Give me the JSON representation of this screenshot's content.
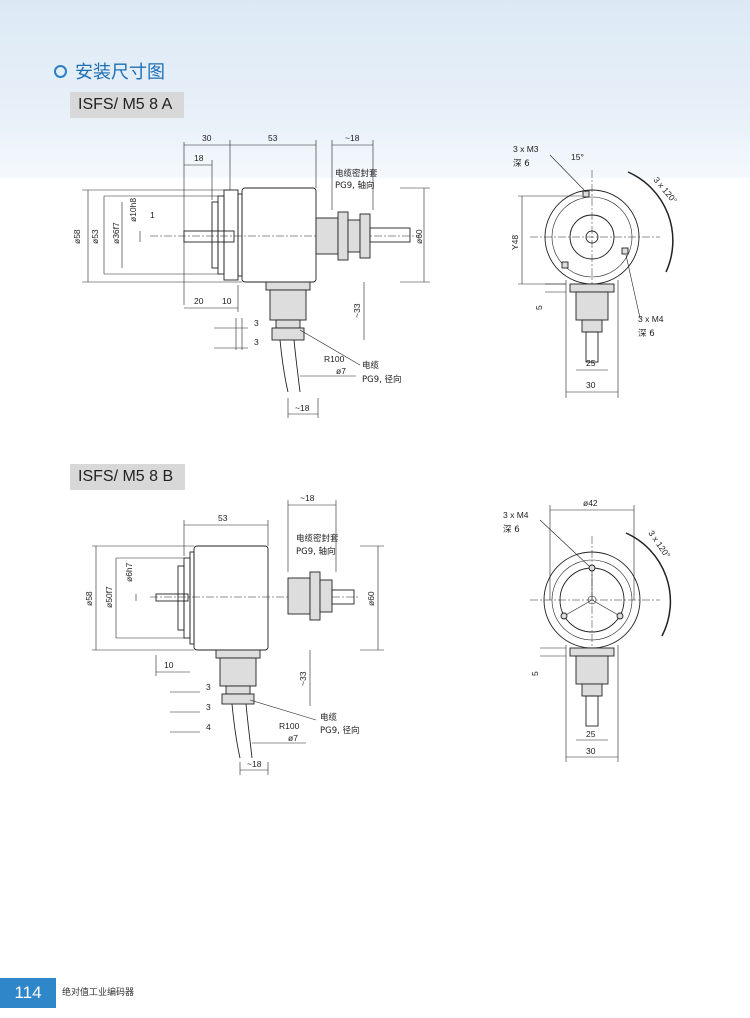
{
  "section": {
    "title": "安装尺寸图"
  },
  "model_a": {
    "label": "ISFS/ M5 8 A",
    "dims": {
      "d30": "30",
      "d53": "53",
      "d18top": "~18",
      "d18": "18",
      "d58": "ø58",
      "d53b": "ø53",
      "d36": "ø36f7",
      "d10": "ø10h8",
      "d1": "1",
      "d20": "20",
      "d10b": "10",
      "d3a": "3",
      "d3b": "3",
      "d60": "ø60",
      "d33": "~33",
      "dr100": "R100",
      "d7": "ø7",
      "d18b": "~18"
    },
    "cable_gland": "电缆密封套",
    "pg9_axial": "PG9, 轴向",
    "cable": "电缆",
    "pg9_radial": "PG9, 径向",
    "front": {
      "m3": "3 x M3",
      "depth6a": "深 6",
      "angle15": "15°",
      "angle120": "3 x 120°",
      "y48": "Y48",
      "d5": "5",
      "m4": "3 x M4",
      "depth6b": "深 6",
      "d25": "25",
      "d30": "30"
    }
  },
  "model_b": {
    "label": "ISFS/ M5 8 B",
    "dims": {
      "d53": "53",
      "d18top": "~18",
      "d58": "ø58",
      "d50": "ø50f7",
      "d6": "ø6h7",
      "d10": "10",
      "d3a": "3",
      "d3b": "3",
      "d4": "4",
      "d60": "ø60",
      "d33": "~33",
      "dr100": "R100",
      "d7": "ø7",
      "d18b": "~18"
    },
    "cable_gland": "电缆密封套",
    "pg9_axial": "PG9, 轴向",
    "cable": "电缆",
    "pg9_radial": "PG9, 径向",
    "front": {
      "m4": "3 x M4",
      "depth6": "深 6",
      "d42": "ø42",
      "angle120": "3 x 120°",
      "d5": "5",
      "d25": "25",
      "d30": "30"
    }
  },
  "footer": {
    "page": "114",
    "text": "绝对值工业编码器"
  }
}
